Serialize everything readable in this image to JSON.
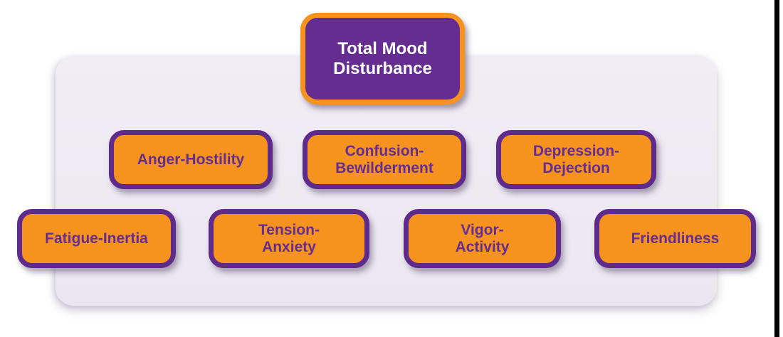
{
  "colors": {
    "orange": "#F6921E",
    "purple_fill": "#662D91",
    "purple_border": "#5E2B8D",
    "purple_text": "#662D91",
    "panel_background": "#EFEAF3",
    "root_text": "#FFFFFF",
    "page_background": "#FFFFFF",
    "edge_strip": "#000000"
  },
  "diagram": {
    "root_node": {
      "label": "Total Mood\nDisturbance"
    },
    "middle_row": [
      {
        "label": "Anger-Hostility"
      },
      {
        "label": "Confusion-\nBewilderment"
      },
      {
        "label": "Depression-\nDejection"
      }
    ],
    "bottom_row": [
      {
        "label": "Fatigue-Inertia"
      },
      {
        "label": "Tension-\nAnxiety"
      },
      {
        "label": "Vigor-\nActivity"
      },
      {
        "label": "Friendliness"
      }
    ]
  }
}
